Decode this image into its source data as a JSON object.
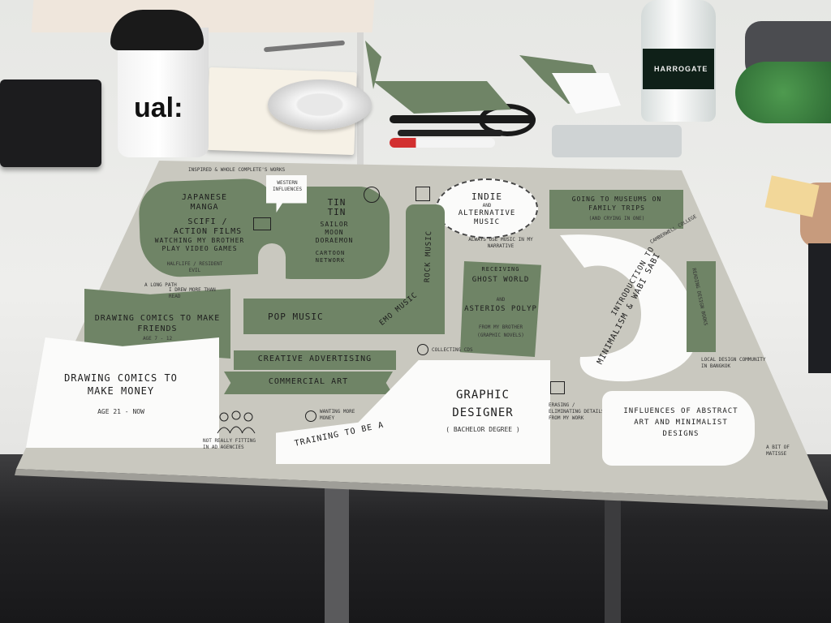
{
  "cup": {
    "brand": "ual:"
  },
  "poster": {
    "top_note": "INSPIRED & WHOLE COMPLETE'S WORKS",
    "left_note": "A LONG PATH",
    "tags": {
      "western_influences": "WESTERN INFLUENCES"
    },
    "blob_left": {
      "japanese_manga": "JAPANESE MANGA",
      "scifi": "SCIFI / ACTION FILMS",
      "brother": "WATCHING MY BROTHER PLAY VIDEO GAMES",
      "halflife": "HALFLIFE / RESIDENT EVIL"
    },
    "blob_right": {
      "tintin": "TIN TIN",
      "sailor": "SAILOR MOON",
      "doraemon": "DORAEMON",
      "cartoon": "CARTOON NETWORK"
    },
    "indie": {
      "title": "INDIE",
      "and": "AND",
      "sub": "ALTERNATIVE MUSIC"
    },
    "museums": "GOING TO MUSEUMS ON FAMILY TRIPS",
    "museums_small": "(AND CRYING IN ONE)",
    "always_use_music": "ALWAYS USE MUSIC IN MY NARRATIVE",
    "drawing_friends": {
      "title": "DRAWING COMICS TO MAKE FRIENDS",
      "age": "AGE 7 - 12"
    },
    "drawing_money": {
      "title": "DRAWING COMICS TO MAKE MONEY",
      "age": "AGE 21 - NOW"
    },
    "drew_more": "I DREW MORE THAN READ",
    "pop_music": "POP MUSIC",
    "emo_music": "EMO MUSIC",
    "rock_music": "ROCK MUSIC",
    "receiving": {
      "line1": "RECEIVING",
      "line2": "GHOST WORLD",
      "and": "AND",
      "line3": "ASTERIOS POLYP",
      "from": "FROM MY BROTHER",
      "paren": "(GRAPHIC NOVELS)"
    },
    "sabi": {
      "line1": "INTRODUCTION TO",
      "line2": "MINIMALISM & WABI SABI",
      "line3": "CAMBERWELL COLLEGE"
    },
    "design_community": "LOCAL DESIGN COMMUNITY IN BANGKOK",
    "design_books": "READING DESIGN BOOKS",
    "creative_ad": "CREATIVE ADVERTISING",
    "commercial_art": "COMMERCIAL ART",
    "collecting_cds": "COLLECTING CDS",
    "wanting_money": "WANTING MORE MONEY",
    "not_fitting": "NOT REALLY FITTING IN AD AGENCIES",
    "graphic_designer": {
      "training": "TRAINING TO BE A",
      "title": "GRAPHIC DESIGNER",
      "degree": "( BACHELOR DEGREE )"
    },
    "erasing": "ERASING / ELIMINATING DETAILS FROM MY WORK",
    "influences": "INFLUENCES OF ABSTRACT ART AND MINIMALIST DESIGNS",
    "bit_matisse": "A BIT OF MATISSE"
  },
  "table_items": {
    "tape_label": "tape",
    "bottle_brand": "HARROGATE",
    "notebook": "notebook"
  }
}
